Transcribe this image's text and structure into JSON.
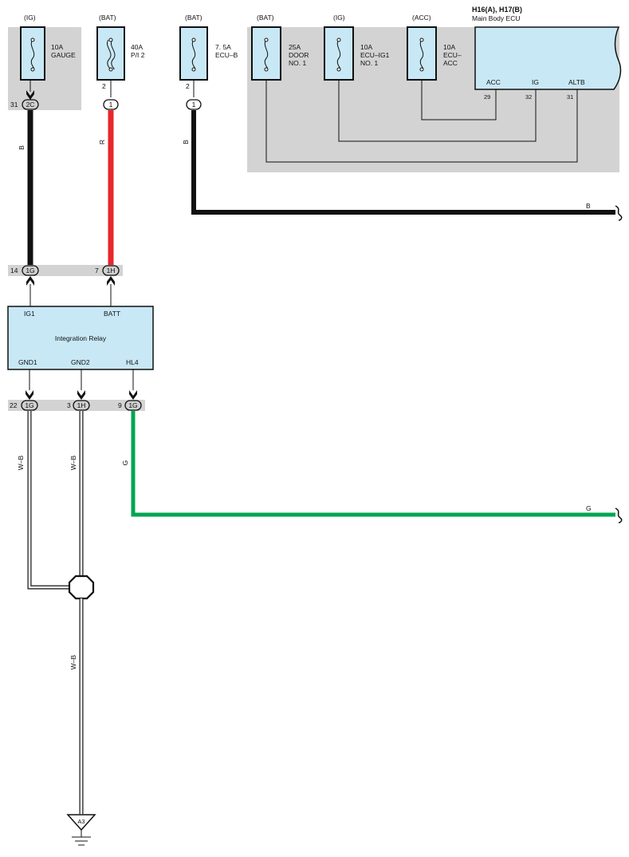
{
  "fuses": [
    {
      "id": "gauge",
      "source": "(IG)",
      "amp": "10A",
      "name1": "GAUGE",
      "name2": ""
    },
    {
      "id": "pi2",
      "source": "(BAT)",
      "amp": "40A",
      "name1": "P/I 2",
      "name2": ""
    },
    {
      "id": "ecub",
      "source": "(BAT)",
      "amp": "7. 5A",
      "name1": "ECU–B",
      "name2": ""
    },
    {
      "id": "door1",
      "source": "(BAT)",
      "amp": "25A",
      "name1": "DOOR",
      "name2": "NO. 1"
    },
    {
      "id": "ecuig1",
      "source": "(IG)",
      "amp": "10A",
      "name1": "ECU–IG1",
      "name2": "NO. 1"
    },
    {
      "id": "ecuacc",
      "source": "(ACC)",
      "amp": "10A",
      "name1": "ECU–",
      "name2": "ACC"
    }
  ],
  "fuse_pins": {
    "gauge_top": "",
    "pi2_top": "2",
    "ecub_top": "2"
  },
  "connectors": {
    "c_2c": {
      "pin": "31",
      "label": "2C"
    },
    "c_1_pi2": {
      "pin": "",
      "label": "1"
    },
    "c_1_ecub": {
      "pin": "",
      "label": "1"
    },
    "c_1g_top": {
      "pin": "14",
      "label": "1G"
    },
    "c_1h_top": {
      "pin": "7",
      "label": "1H"
    },
    "c_1g_gnd1": {
      "pin": "22",
      "label": "1G"
    },
    "c_1h_gnd2": {
      "pin": "3",
      "label": "1H"
    },
    "c_1g_hl4": {
      "pin": "9",
      "label": "1G"
    }
  },
  "wires": {
    "gauge": "B",
    "pi2": "R",
    "ecub_v": "B",
    "ecub_h": "B",
    "gnd1": "W–B",
    "gnd2": "W–B",
    "hl4_v": "G",
    "hl4_h": "G",
    "ground_trunk": "W–B"
  },
  "ecu": {
    "code": "H16(A), H17(B)",
    "name": "Main Body ECU",
    "terminals": [
      {
        "name": "ACC",
        "pin": "29"
      },
      {
        "name": "IG",
        "pin": "32"
      },
      {
        "name": "ALTB",
        "pin": "31"
      }
    ]
  },
  "relay": {
    "name": "Integration Relay",
    "top_terminals": [
      "IG1",
      "BATT"
    ],
    "bottom_terminals": [
      "GND1",
      "GND2",
      "HL4"
    ]
  },
  "ground": {
    "label": "A3"
  },
  "colors": {
    "wire_black": "#111111",
    "wire_red": "#e8262a",
    "wire_green": "#00a651",
    "component_fill": "#c8e8f6",
    "shade": "#d3d3d3"
  }
}
